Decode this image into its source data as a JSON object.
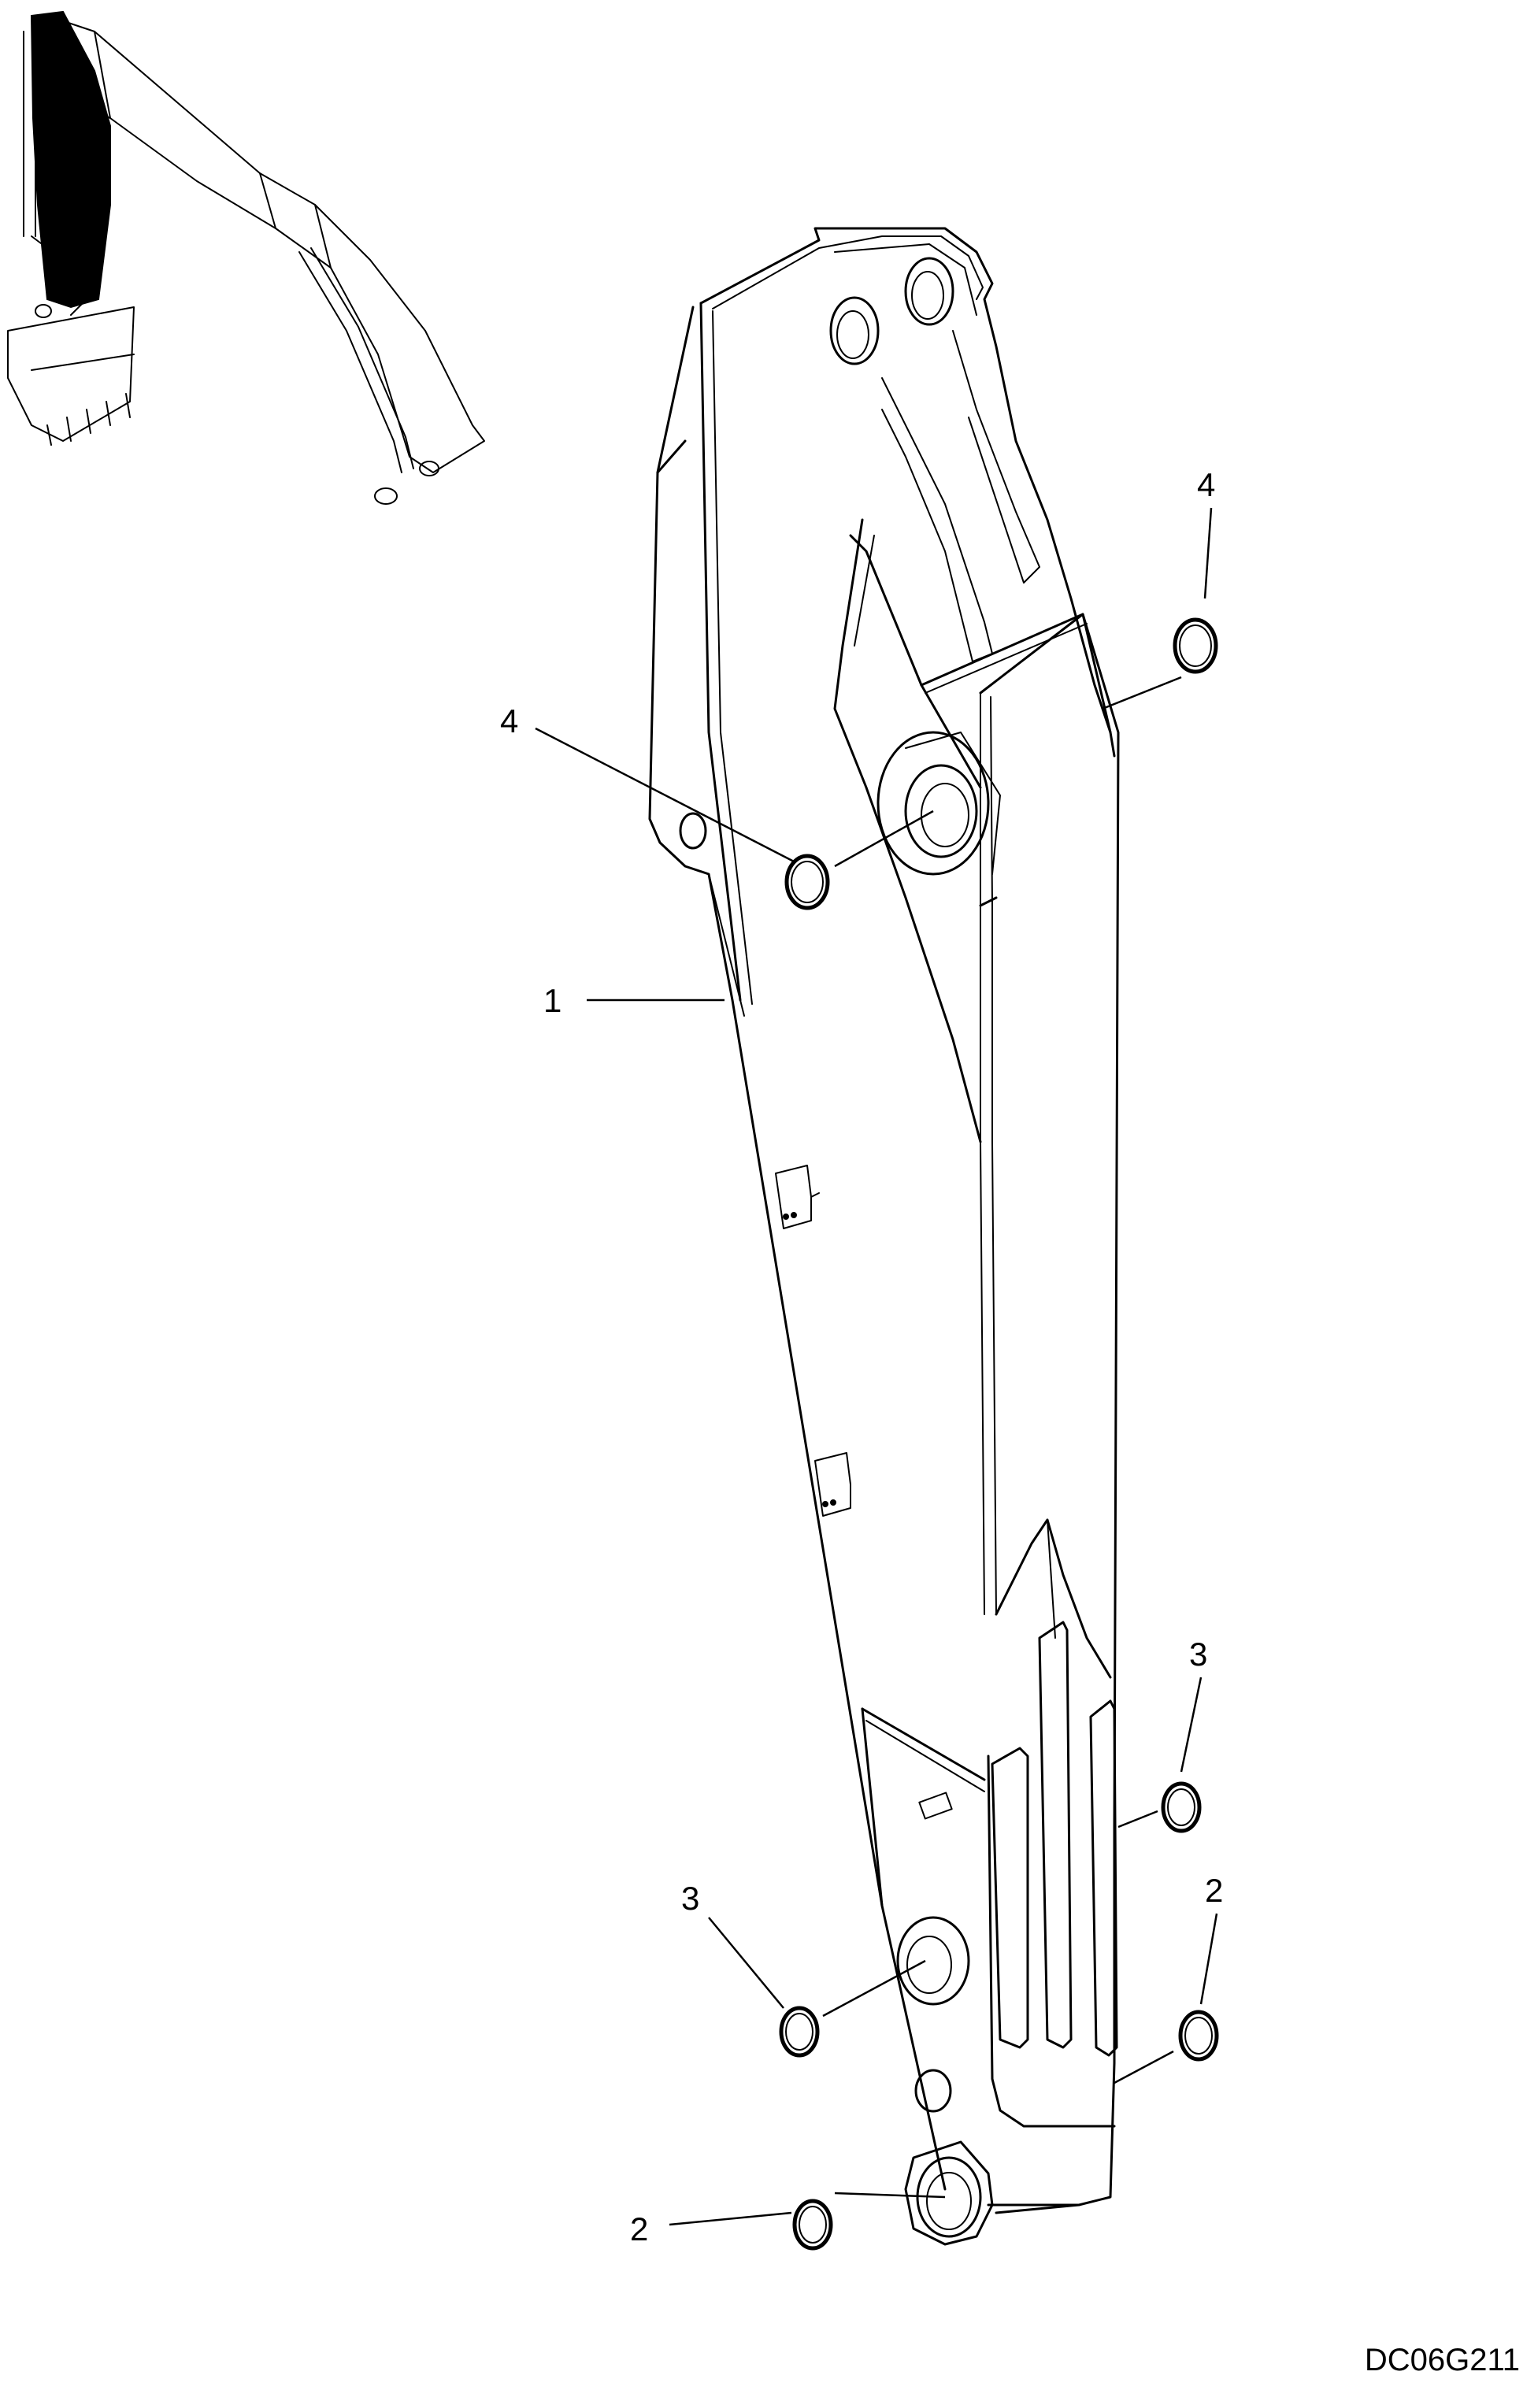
{
  "callouts": {
    "boom": "1",
    "ring_bottom_left": "2",
    "ring_bottom_right": "2",
    "ring_mid_left": "3",
    "ring_mid_right": "3",
    "ring_top_left": "4",
    "ring_top_right": "4"
  },
  "drawing_id": "DC06G211",
  "colors": {
    "line": "#000000",
    "background": "#ffffff"
  }
}
